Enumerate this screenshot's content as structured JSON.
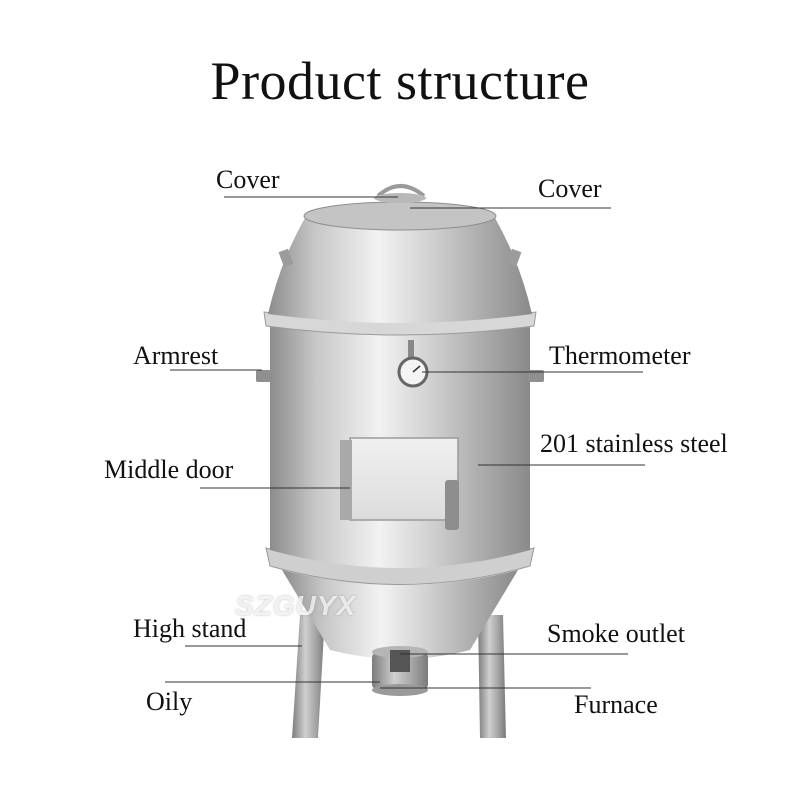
{
  "title": "Product structure",
  "watermark": "SZGUYX",
  "labels": {
    "cover_left": "Cover",
    "cover_right": "Cover",
    "armrest": "Armrest",
    "thermometer": "Thermometer",
    "middle_door": "Middle door",
    "stainless_steel": "201 stainless steel",
    "high_stand": "High stand",
    "smoke_outlet": "Smoke outlet",
    "oily": "Oily",
    "furnace": "Furnace"
  },
  "colors": {
    "steel_light": "#e6e6e6",
    "steel_mid": "#b9b9b9",
    "steel_dark": "#8a8a8a",
    "leader_line": "#333333"
  }
}
